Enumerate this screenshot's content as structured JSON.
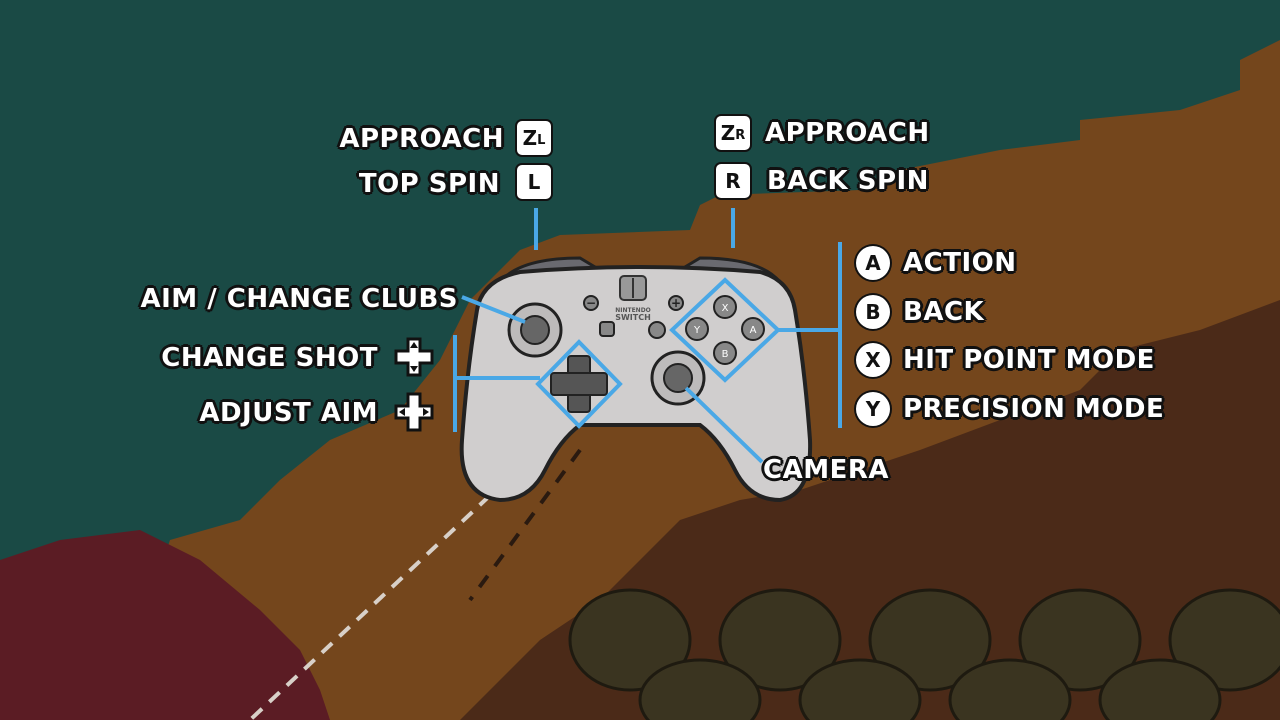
{
  "labels": {
    "zl_action": "APPROACH",
    "zl_key": "Z",
    "zl_sub": "L",
    "l_action": "TOP SPIN",
    "l_key": "L",
    "zr_action": "APPROACH",
    "zr_key": "Z",
    "zr_sub": "R",
    "r_action": "BACK SPIN",
    "r_key": "R",
    "left_stick": "AIM / CHANGE CLUBS",
    "dpad_updown": "CHANGE SHOT",
    "dpad_leftright": "ADJUST AIM",
    "right_stick": "CAMERA",
    "a_key": "A",
    "a_action": "ACTION",
    "b_key": "B",
    "b_action": "BACK",
    "x_key": "X",
    "x_action": "HIT POINT MODE",
    "y_key": "Y",
    "y_action": "PRECISION MODE"
  },
  "controller": {
    "brand_line1": "NINTENDO",
    "brand_line2": "SWITCH",
    "minus": "−",
    "plus": "+",
    "btn_x": "X",
    "btn_y": "Y",
    "btn_a": "A",
    "btn_b": "B"
  },
  "colors": {
    "callout_line": "#4aa8e6",
    "water": "#1a4a45",
    "dirt": "#7a4a1c",
    "dark_dirt": "#4a2a18",
    "red_patch": "#5a1a22"
  }
}
